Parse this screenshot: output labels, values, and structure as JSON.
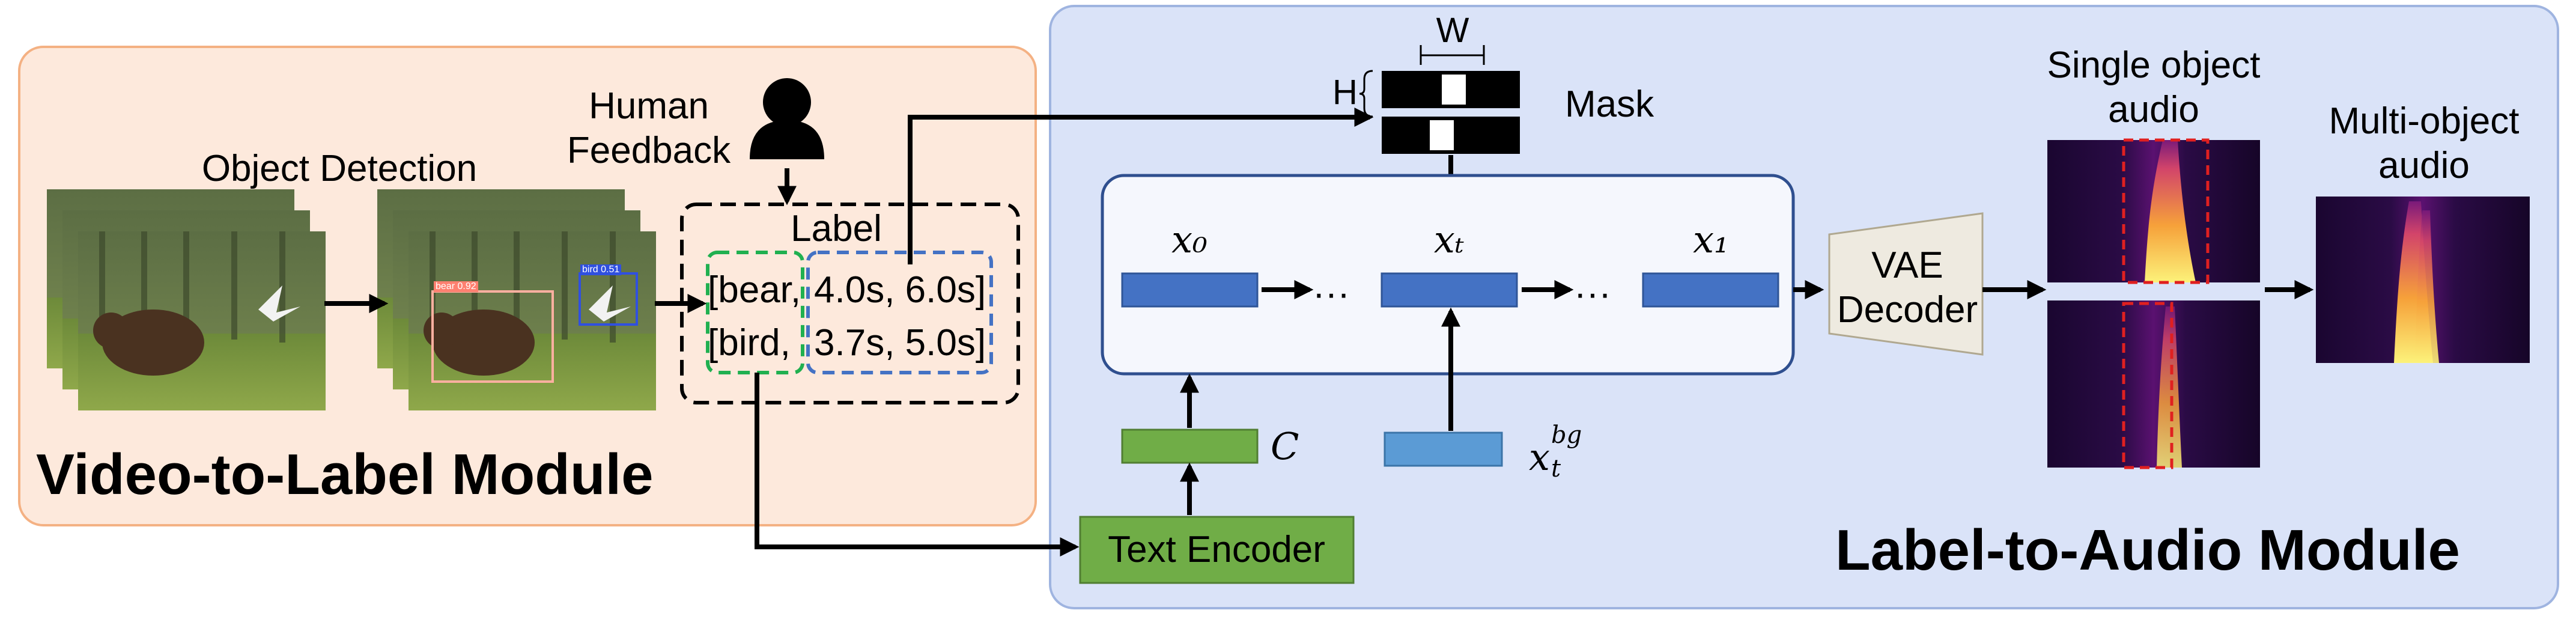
{
  "left_module": {
    "title": "Video-to-Label Module",
    "object_detection": "Object Detection",
    "human_feedback": "Human\nFeedback",
    "label_title": "Label",
    "label_rows": [
      {
        "name": "[bear,",
        "time": "4.0s, 6.0s]"
      },
      {
        "name": "[bird,",
        "time": "3.7s, 5.0s]"
      }
    ],
    "detections": [
      {
        "label": "bear 0.92"
      },
      {
        "label": "bird 0.51"
      }
    ]
  },
  "right_module": {
    "title": "Label-to-Audio Module",
    "mask": {
      "label": "Mask",
      "w": "W",
      "h": "H"
    },
    "latents": {
      "x0": "x₀",
      "xt": "xₜ",
      "x1": "x₁",
      "dots": "···"
    },
    "cond": "C",
    "xbg_base": "x",
    "xbg_sub": "t",
    "xbg_sup": "bg",
    "text_encoder": "Text Encoder",
    "vae": "VAE\nDecoder",
    "single_audio": "Single object\naudio",
    "multi_audio": "Multi-object\naudio"
  },
  "colors": {
    "left_bg": "#fde9dc",
    "left_border": "#f4b183",
    "right_bg": "#dae3f8",
    "right_border": "#9fb4e0",
    "latent": "#4472c4",
    "latent_light": "#5b9bd5",
    "green": "#70ad47",
    "green_dark": "#507e32",
    "vae": "#eeeae0",
    "dash_green": "#20b050",
    "dash_blue": "#4472c4",
    "red_dash": "#e02020"
  }
}
